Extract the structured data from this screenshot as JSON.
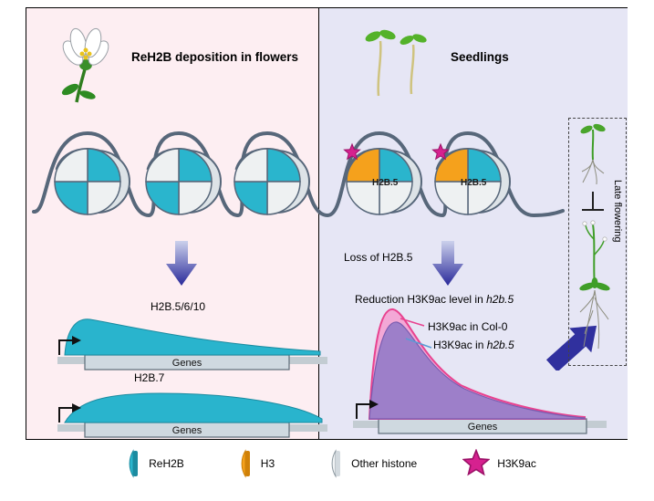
{
  "panel_left": {
    "title": "ReH2B deposition in flowers"
  },
  "panel_right": {
    "title": "Seedlings"
  },
  "labels": {
    "h2b5": "H2B.5",
    "loss": "Loss of H2B.5",
    "late_flowering": "Late flowering"
  },
  "chart1": {
    "label": "H2B.5/6/10",
    "genes": "Genes"
  },
  "chart2": {
    "label": "H2B.7",
    "genes": "Genes"
  },
  "chart3": {
    "title_prefix": "Reduction H3K9ac level in ",
    "title_italic": "h2b.5",
    "series1": "H3K9ac in Col-0",
    "series2_prefix": "H3K9ac in ",
    "series2_italic": "h2b.5",
    "genes": "Genes"
  },
  "legend": {
    "items": [
      {
        "label": "ReH2B"
      },
      {
        "label": "H3"
      },
      {
        "label": "Other histone"
      },
      {
        "label": "H3K9ac"
      }
    ]
  },
  "colors": {
    "reh2b_cyan": "#2ab5cd",
    "h3_orange": "#f5a11c",
    "other_histone": "#eef1f2",
    "h3k9ac_magenta": "#d6218f",
    "col0_pink": "#e8428f",
    "h2b5_purple": "#9d7fc9",
    "arrow_blue": "#29299a",
    "panel_left_bg": "#fdeef2",
    "panel_right_bg": "#e6e6f5"
  }
}
